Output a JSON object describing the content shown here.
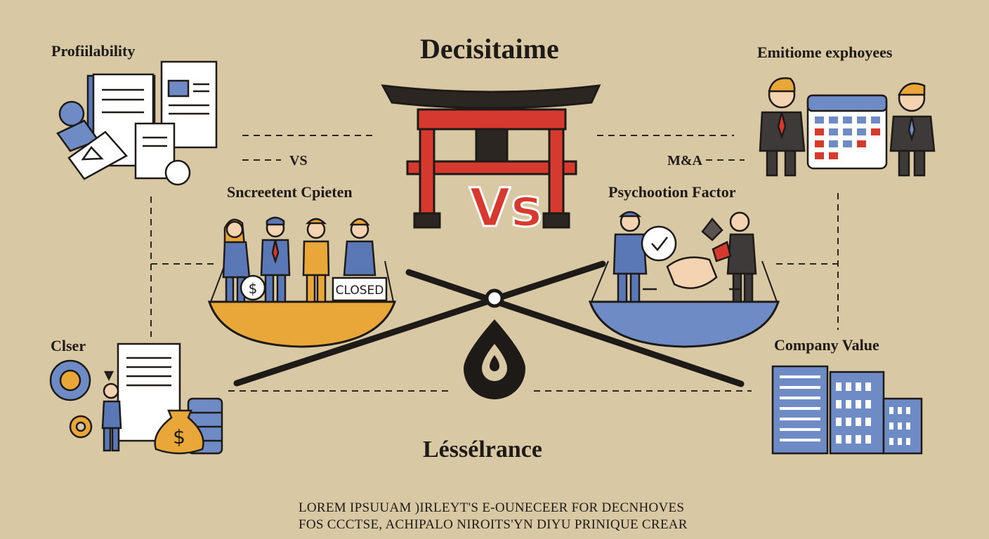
{
  "title": "Decisitaime",
  "bottom_title": "Léssélrance",
  "top_left_label": "Profiilability",
  "top_right_label": "Emitiome exphoyees",
  "left_vs": "VS",
  "left_caption": "Sncreetent Cpieten",
  "right_vs": "M&A",
  "right_caption": "Psychootion Factor",
  "bottom_left_label": "Clser",
  "bottom_right_label": "Company Value",
  "center_vs": "Vs",
  "closed_sign": "CLOSED",
  "dollar_symbol": "$",
  "footer_line1": "LOREM  IPSUUAM )IRLEYT'S E-OUNECEER FOR DECNHOVES",
  "footer_line2": "FOS CCCTSE, ACHIPALO NIROITS'YN DIYU PRINIQUE CREAR",
  "colors": {
    "background": "#d8c8a3",
    "torii_red": "#d63a2e",
    "torii_black": "#2b2622",
    "left_pan": "#e8a738",
    "right_pan": "#6f8bc6",
    "suit_blue": "#5a78b5",
    "outline": "#1e1a17"
  }
}
